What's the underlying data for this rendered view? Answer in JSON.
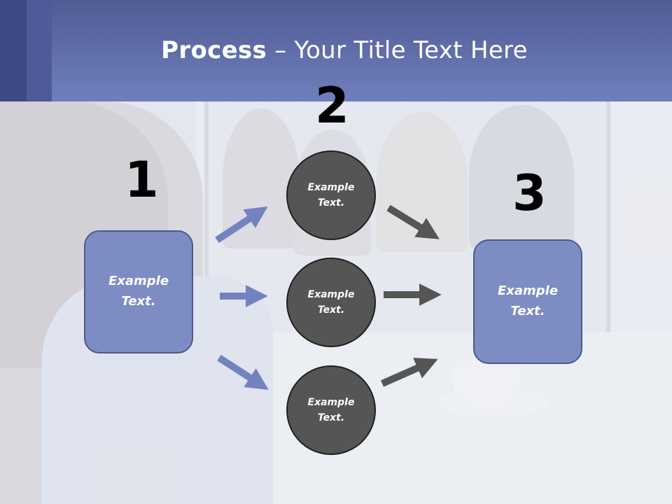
{
  "title": {
    "bold": "Process",
    "rest": " – Your Title Text Here"
  },
  "steps": {
    "one": {
      "number": "1",
      "text": "Example Text."
    },
    "two": {
      "number": "2",
      "items": [
        {
          "text": "Example Text."
        },
        {
          "text": "Example Text."
        },
        {
          "text": "Example Text."
        }
      ]
    },
    "three": {
      "number": "3",
      "text": "Example Text."
    }
  },
  "colors": {
    "header": "#5f6ca8",
    "box_fill": "#7d8cc3",
    "circle_fill": "#555555",
    "arrow_blue": "#7383bf",
    "arrow_dark": "#555555"
  }
}
